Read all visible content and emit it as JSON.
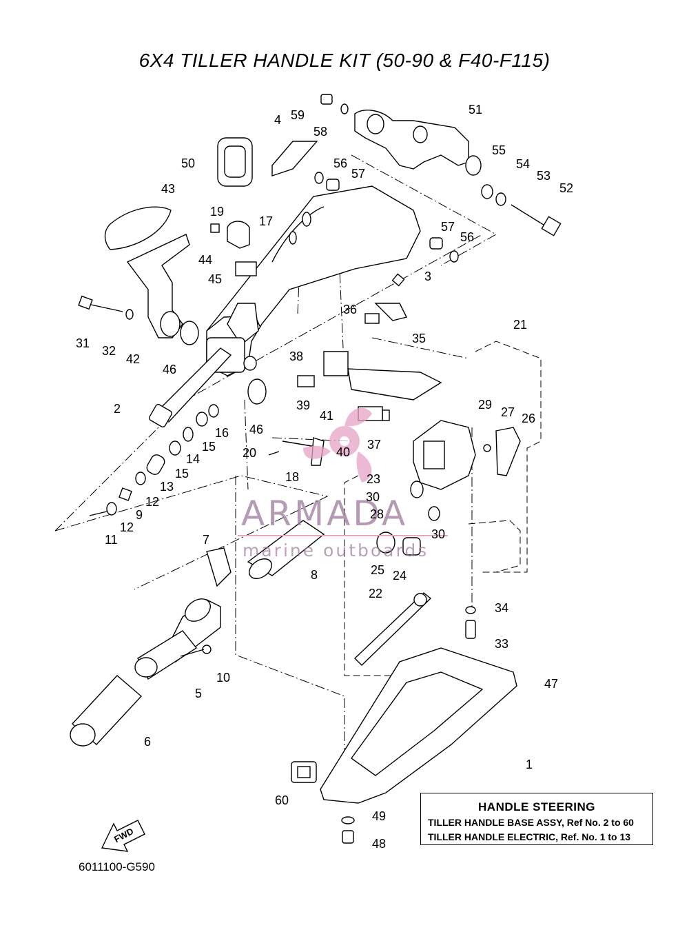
{
  "title": "6X4 TILLER HANDLE KIT (50-90 & F40-F115)",
  "part_labels": {
    "p1": "1",
    "p2": "2",
    "p3": "3",
    "p4": "4",
    "p5": "5",
    "p6": "6",
    "p7": "7",
    "p8": "8",
    "p9": "9",
    "p10": "10",
    "p11": "11",
    "p12a": "12",
    "p12b": "12",
    "p13": "13",
    "p14": "14",
    "p15a": "15",
    "p15b": "15",
    "p16": "16",
    "p17": "17",
    "p18": "18",
    "p19": "19",
    "p20": "20",
    "p21": "21",
    "p22": "22",
    "p23": "23",
    "p24": "24",
    "p25": "25",
    "p26": "26",
    "p27": "27",
    "p28": "28",
    "p29": "29",
    "p30a": "30",
    "p30b": "30",
    "p31": "31",
    "p32": "32",
    "p33": "33",
    "p34": "34",
    "p35": "35",
    "p36": "36",
    "p37": "37",
    "p38": "38",
    "p39": "39",
    "p40": "40",
    "p41": "41",
    "p42": "42",
    "p43": "43",
    "p44": "44",
    "p45": "45",
    "p46a": "46",
    "p46b": "46",
    "p47": "47",
    "p48": "48",
    "p49": "49",
    "p50": "50",
    "p51": "51",
    "p52": "52",
    "p53": "53",
    "p54": "54",
    "p55": "55",
    "p56a": "56",
    "p56b": "56",
    "p57a": "57",
    "p57b": "57",
    "p58": "58",
    "p59": "59",
    "p60": "60"
  },
  "legend": {
    "title": "HANDLE  STEERING",
    "rows": [
      "TILLER HANDLE BASE ASSY,   Ref No. 2  to  60",
      "TILLER HANDLE ELECTRIC,   Ref.  No. 1  to  13"
    ]
  },
  "fwd_arrow_text": "FWD",
  "footer_code": "6011100-G590",
  "watermark": {
    "word": "ARMADA",
    "sub": "marine outboards"
  },
  "colors": {
    "line": "#000000",
    "watermark": "#9b7a9b",
    "logo_pink": "#e8a3c8"
  }
}
